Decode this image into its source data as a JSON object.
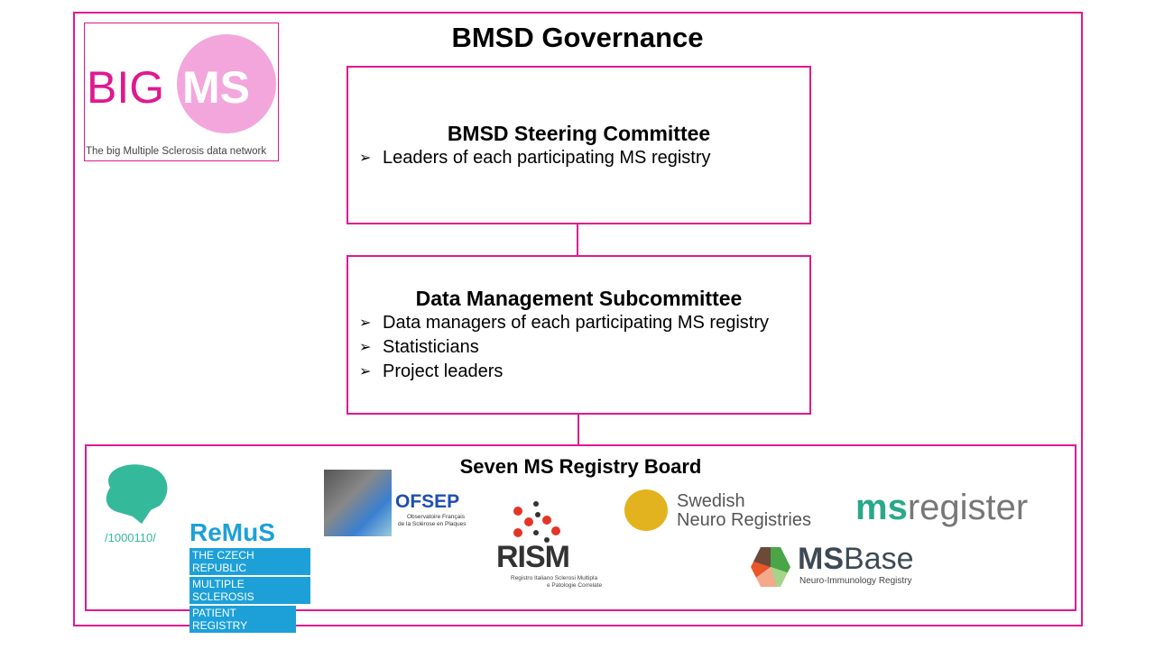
{
  "title": "BMSD Governance",
  "logo": {
    "name": "BIG MS",
    "tagline": "The big Multiple Sclerosis data network",
    "color": "#e0198f"
  },
  "steering": {
    "heading": "BMSD Steering Committee",
    "items": [
      "Leaders of each participating MS registry"
    ]
  },
  "data_mgmt": {
    "heading": "Data Management Subcommittee",
    "items": [
      "Data managers of each participating MS registry",
      "Statisticians",
      "Project leaders"
    ]
  },
  "board": {
    "heading": "Seven MS Registry Board",
    "logos": {
      "remus": {
        "name": "ReMuS",
        "lines": [
          "THE CZECH REPUBLIC",
          "MULTIPLE SCLEROSIS",
          "PATIENT REGISTRY"
        ]
      },
      "ofsep": {
        "name": "OFSEP",
        "sub1": "Observatoire Français",
        "sub2": "de la Sclérose en Plaques"
      },
      "rism": {
        "name": "RISM",
        "sub1": "Registro Italiano Sclerosi Multipla",
        "sub2": "e Patologie Correlate"
      },
      "swedish": {
        "line1": "Swedish",
        "line2": "Neuro Registries"
      },
      "msregister": {
        "part1": "ms",
        "part2": "register"
      },
      "msbase": {
        "part1": "MS",
        "part2": "Base",
        "sub": "Neuro-Immunology Registry"
      }
    }
  },
  "bullet_symbol": "➢"
}
